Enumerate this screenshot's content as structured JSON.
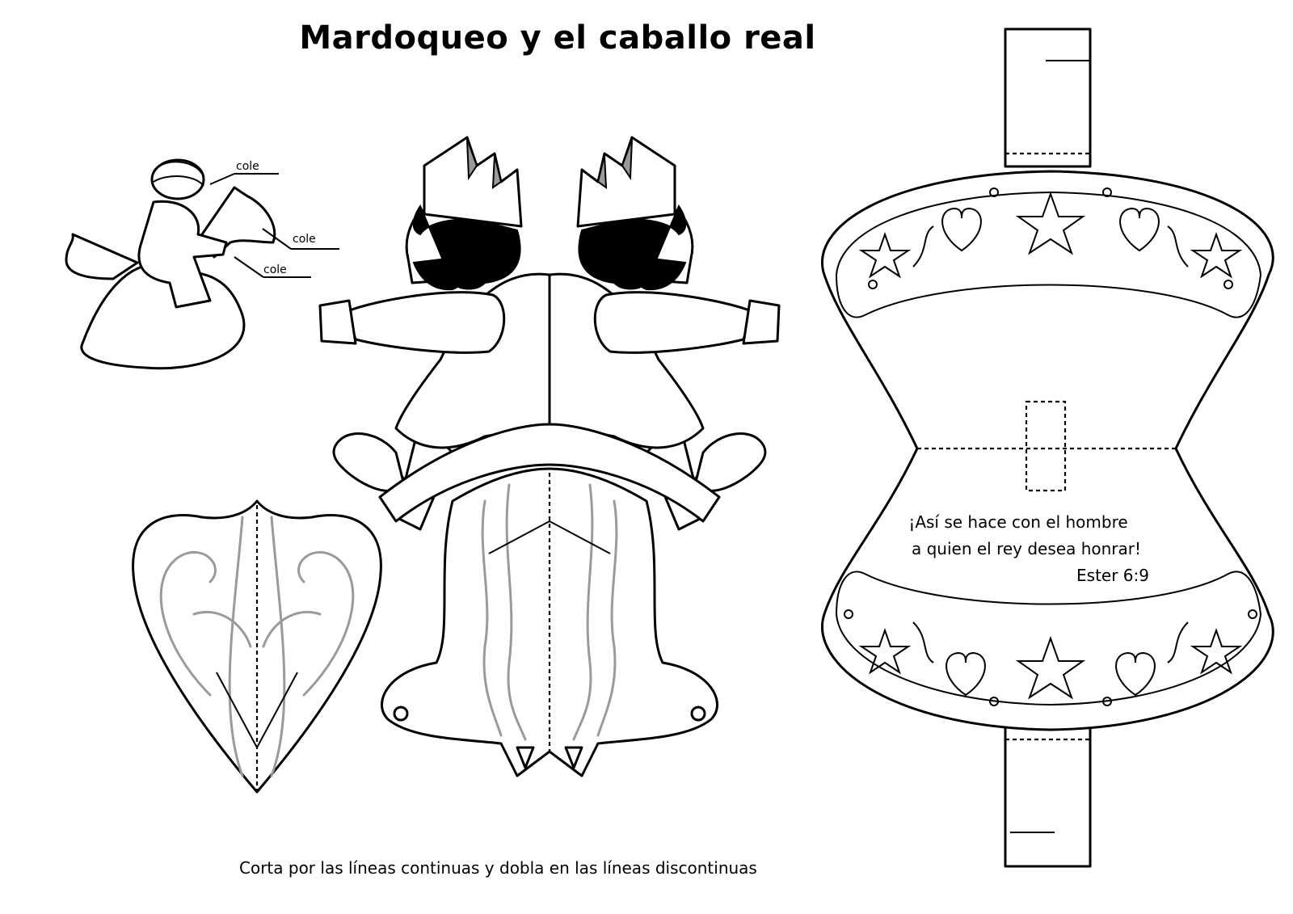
{
  "title": "Mardoqueo y el caballo real",
  "labels": {
    "glue": [
      "cole",
      "cole",
      "cole"
    ]
  },
  "verse": {
    "line1": "¡Así se hace con el hombre",
    "line2": "a quien el rey desea honrar!",
    "reference": "Ester 6:9"
  },
  "instructions": "Corta por las líneas continuas y dobla en las líneas discontinuas",
  "icons": [
    "assembly-diagram-icon",
    "rider-figure-icon",
    "horse-head-icon",
    "horse-body-icon",
    "saddle-blanket-icon",
    "heart-star-decoration-icon"
  ]
}
